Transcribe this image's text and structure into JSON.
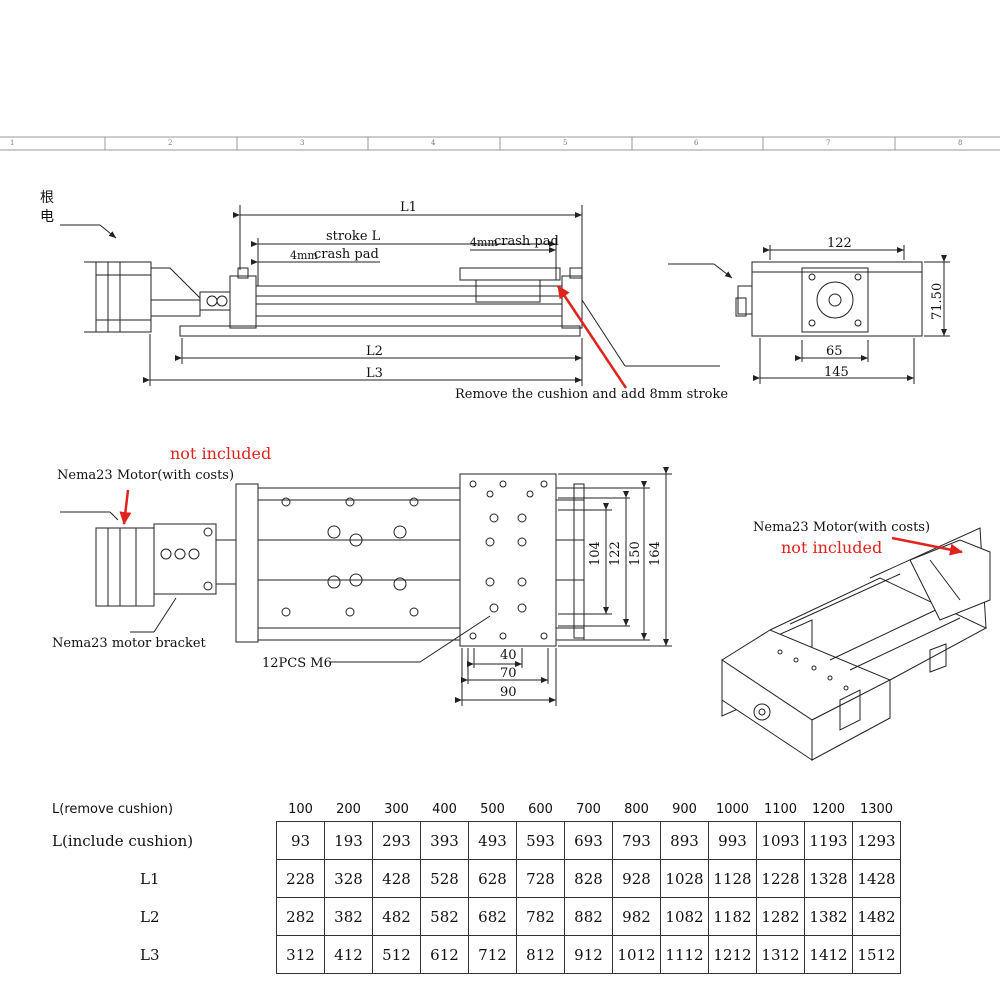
{
  "ruler": {
    "numbers": [
      "1",
      "2",
      "3",
      "4",
      "5",
      "6",
      "7",
      "8"
    ]
  },
  "top_view": {
    "cn_mark_1": "根",
    "cn_mark_2": "电",
    "L1": "L1",
    "stroke": "stroke L",
    "crash_pad_left_prefix": "4mm",
    "crash_pad_left": "crash pad",
    "crash_pad_right_prefix": "4mm",
    "crash_pad_right": "crash pad",
    "L2": "L2",
    "L3": "L3",
    "annotation": "Remove the cushion and add 8mm stroke",
    "end_width_top": "122",
    "end_height": "71.50",
    "end_motor": "65",
    "end_width": "145"
  },
  "plan_view": {
    "not_included": "not included",
    "motor": "Nema23 Motor(with costs)",
    "bracket": "Nema23 motor bracket",
    "screws": "12PCS M6",
    "dim_104": "104",
    "dim_122": "122",
    "dim_150": "150",
    "dim_164": "164",
    "dim_40": "40",
    "dim_70": "70",
    "dim_90": "90"
  },
  "iso_view": {
    "motor": "Nema23 Motor(with costs)",
    "not_included": "not included"
  },
  "colors": {
    "annotation_red": "#e0231c",
    "line": "#222222"
  },
  "spec_table": {
    "header_label": "L(remove cushion)",
    "header_values": [
      "100",
      "200",
      "300",
      "400",
      "500",
      "600",
      "700",
      "800",
      "900",
      "1000",
      "1100",
      "1200",
      "1300"
    ],
    "rows": [
      {
        "label": "L(include cushion)",
        "values": [
          "93",
          "193",
          "293",
          "393",
          "493",
          "593",
          "693",
          "793",
          "893",
          "993",
          "1093",
          "1193",
          "1293"
        ]
      },
      {
        "label": "L1",
        "values": [
          "228",
          "328",
          "428",
          "528",
          "628",
          "728",
          "828",
          "928",
          "1028",
          "1128",
          "1228",
          "1328",
          "1428"
        ]
      },
      {
        "label": "L2",
        "values": [
          "282",
          "382",
          "482",
          "582",
          "682",
          "782",
          "882",
          "982",
          "1082",
          "1182",
          "1282",
          "1382",
          "1482"
        ]
      },
      {
        "label": "L3",
        "values": [
          "312",
          "412",
          "512",
          "612",
          "712",
          "812",
          "912",
          "1012",
          "1112",
          "1212",
          "1312",
          "1412",
          "1512"
        ]
      }
    ]
  }
}
